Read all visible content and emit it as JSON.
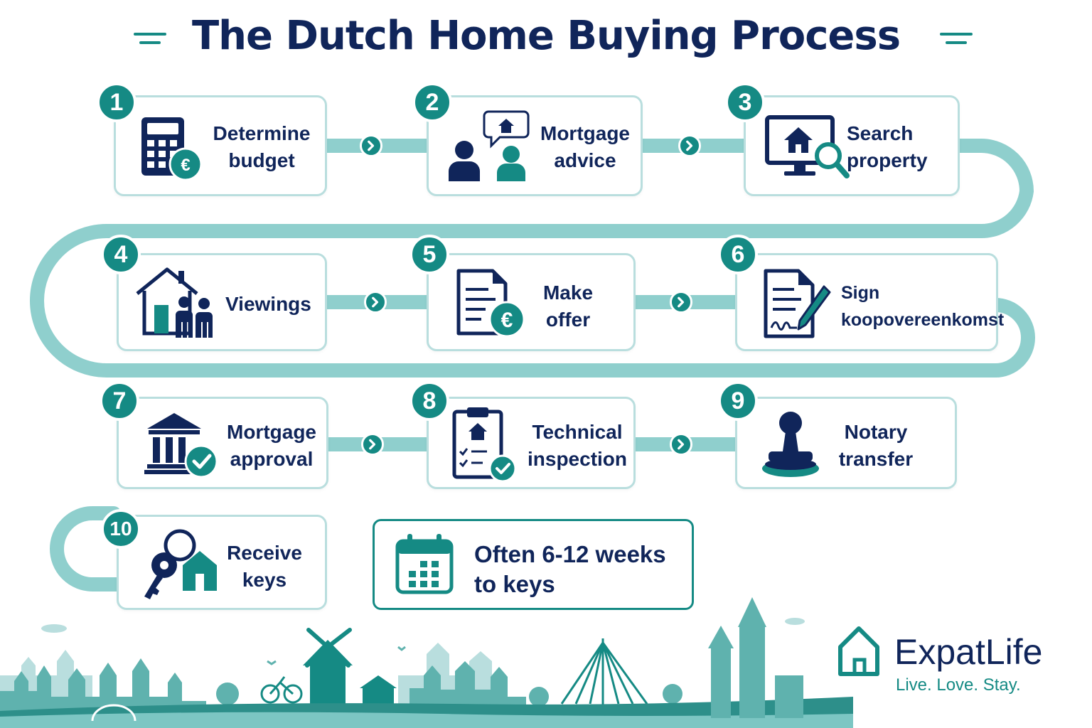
{
  "header": {
    "title": "The Dutch Home Buying Process"
  },
  "steps": [
    {
      "number": "1",
      "label": "Determine\nbudget",
      "icon": "calculator-euro-icon"
    },
    {
      "number": "2",
      "label": "Mortgage\nadvice",
      "icon": "advisor-chat-icon"
    },
    {
      "number": "3",
      "label": "Search\nproperty",
      "icon": "monitor-search-icon"
    },
    {
      "number": "4",
      "label": "Viewings",
      "icon": "house-visitors-icon"
    },
    {
      "number": "5",
      "label": "Make\noffer",
      "icon": "document-euro-icon"
    },
    {
      "number": "6",
      "label": "Sign\nkoopovereenkomst",
      "icon": "contract-sign-icon"
    },
    {
      "number": "7",
      "label": "Mortgage\napproval",
      "icon": "bank-check-icon"
    },
    {
      "number": "8",
      "label": "Technical\ninspection",
      "icon": "clipboard-check-icon"
    },
    {
      "number": "9",
      "label": "Notary\ntransfer",
      "icon": "stamp-icon"
    },
    {
      "number": "10",
      "label": "Receive\nkeys",
      "icon": "keys-house-icon"
    }
  ],
  "timing": {
    "label": "Often 6-12 weeks\nto keys",
    "icon": "calendar-icon"
  },
  "brand": {
    "name": "ExpatLife",
    "tagline": "Live. Love. Stay.",
    "icon": "house-outline-icon"
  },
  "colors": {
    "navy": "#10255a",
    "teal": "#158a84",
    "light_teal": "#8fcfcd",
    "card_border": "#b9dede"
  }
}
